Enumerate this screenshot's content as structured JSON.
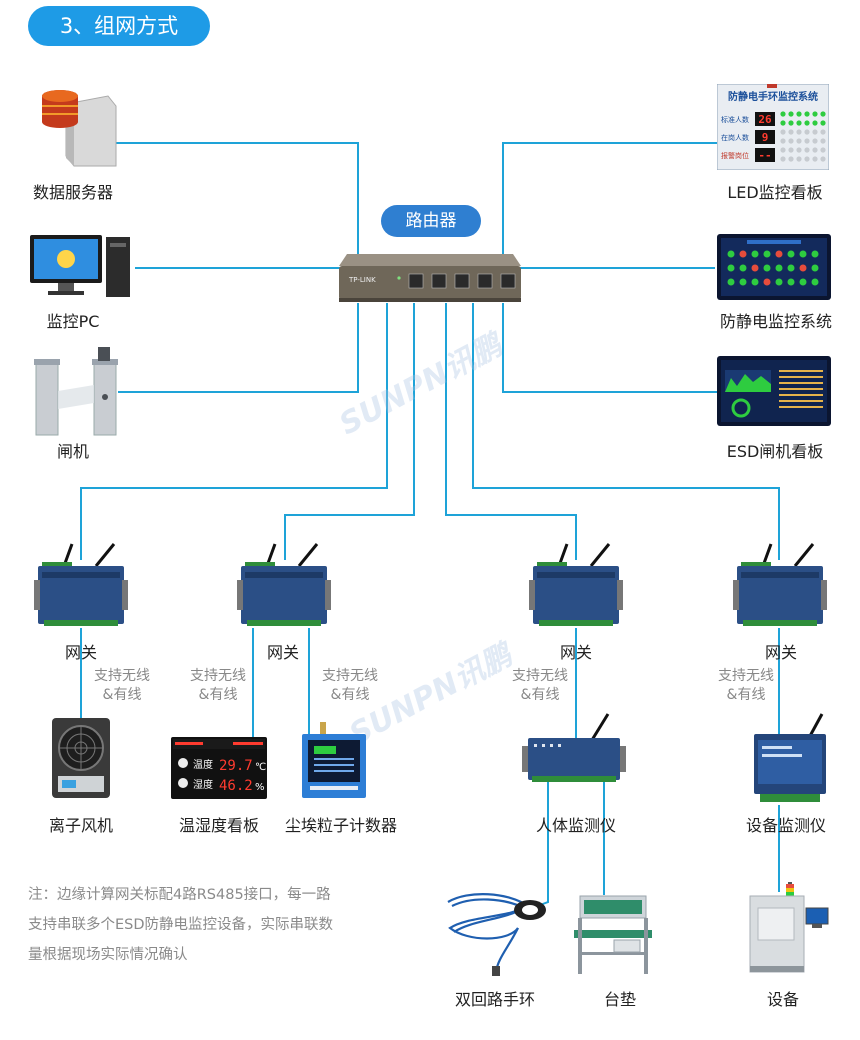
{
  "section_title": "3、组网方式",
  "router_label": "路由器",
  "router_brand": "TP-LINK",
  "left_nodes": [
    "数据服务器",
    "监控PC",
    "闸机"
  ],
  "right_nodes": [
    "LED监控看板",
    "防静电监控系统",
    "ESD闸机看板"
  ],
  "gateway_label": "网关",
  "support_text_1": "支持无线",
  "support_text_2": "&有线",
  "devices": [
    "离子风机",
    "温湿度看板",
    "尘埃粒子计数器",
    "人体监测仪",
    "设备监测仪"
  ],
  "bottom_devices": [
    "双回路手环",
    "台垫",
    "设备"
  ],
  "note_lines": [
    "注：边缘计算网关标配4路RS485接口，每一路",
    "支持串联多个ESD防静电监控设备，实际串联数",
    "量根据现场实际情况确认"
  ],
  "led_board": {
    "title": "防静电手环监控系统",
    "rows": [
      "标准人数",
      "在岗人数",
      "报警岗位"
    ],
    "values": [
      "26",
      "9",
      "--"
    ]
  },
  "temp_board": {
    "labels": [
      "温度",
      "湿度"
    ],
    "temperature": "29.7",
    "temp_unit": "℃",
    "humidity": "46.2",
    "hum_unit": "%"
  },
  "watermark": "SUNPN讯鹏",
  "colors": {
    "line": "#1ea3d8",
    "accent": "#1e9be6",
    "router_pill": "#2f7fd1"
  }
}
